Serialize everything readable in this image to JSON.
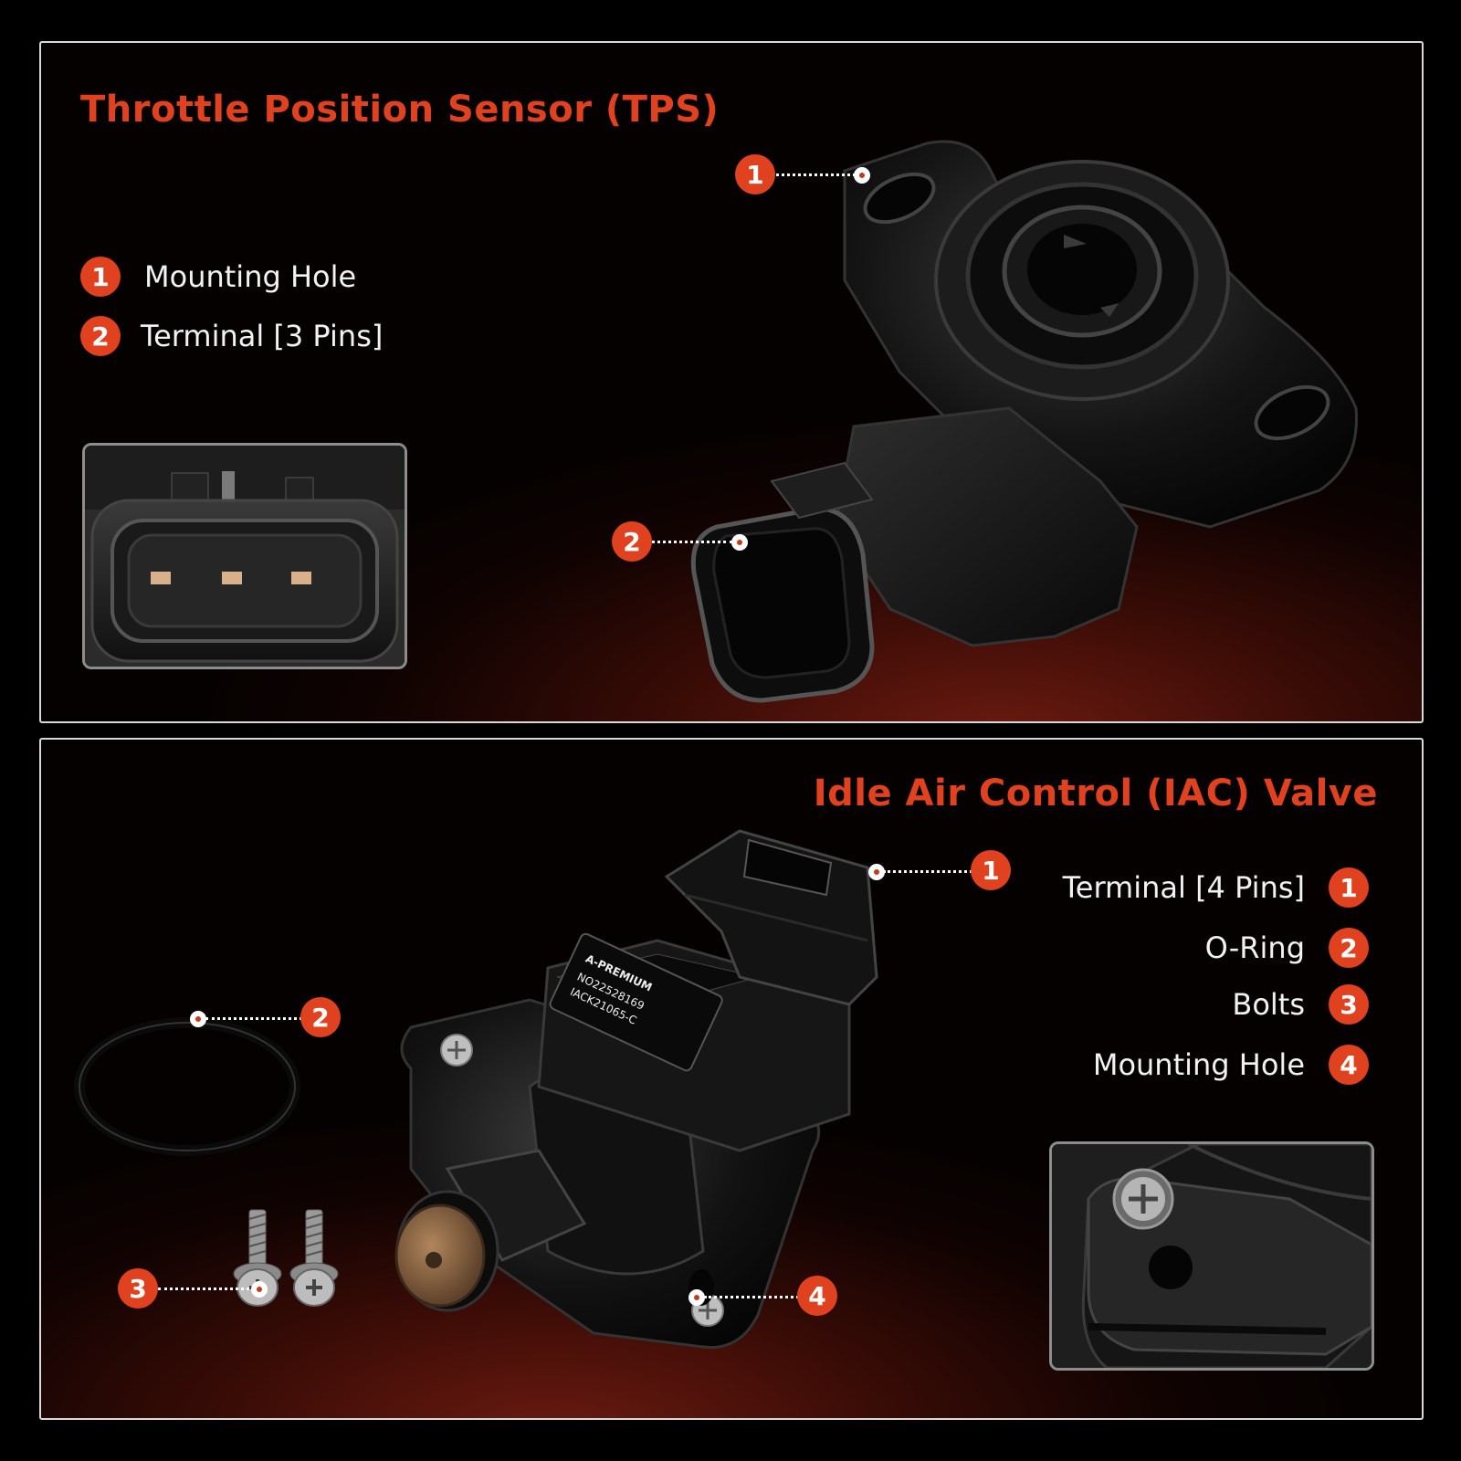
{
  "tps": {
    "title": "Throttle Position Sensor (TPS)",
    "legend": [
      {
        "num": "1",
        "label": "Mounting Hole"
      },
      {
        "num": "2",
        "label": "Terminal [3 Pins]"
      }
    ],
    "callouts": [
      "1",
      "2"
    ]
  },
  "iac": {
    "title": "Idle Air Control (IAC) Valve",
    "legend": [
      {
        "num": "1",
        "label": "Terminal [4 Pins]"
      },
      {
        "num": "2",
        "label": "O-Ring"
      },
      {
        "num": "3",
        "label": "Bolts"
      },
      {
        "num": "4",
        "label": "Mounting Hole"
      }
    ],
    "callouts": [
      "1",
      "2",
      "3",
      "4"
    ],
    "part_label": {
      "brand": "A-PREMIUM",
      "line1": "NO22528169",
      "line2": "IACK21065-C"
    }
  },
  "colors": {
    "accent": "#e0411f",
    "text": "#f2f2f2",
    "border": "#d9d9d9"
  }
}
